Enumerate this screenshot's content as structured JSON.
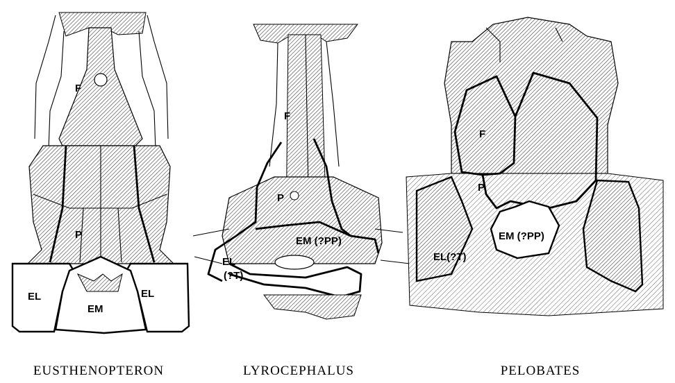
{
  "figures": [
    {
      "caption": "EUSTHENOPTERON",
      "labels": [
        "F",
        "P",
        "EL",
        "EM",
        "EL"
      ]
    },
    {
      "caption": "LYROCEPHALUS",
      "labels": [
        "F",
        "P",
        "EM (?PP)",
        "EL",
        "(?T)"
      ]
    },
    {
      "caption": "PELOBATES",
      "labels": [
        "F",
        "P",
        "EM (?PP)",
        "EL(?T)"
      ]
    }
  ]
}
